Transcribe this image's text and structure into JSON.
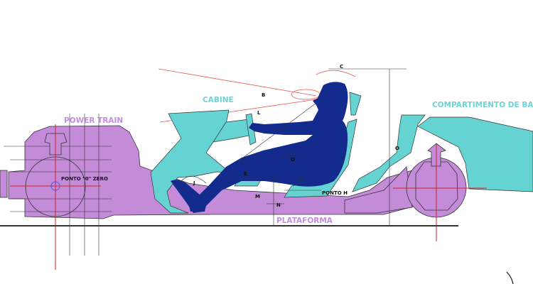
{
  "colors": {
    "powertrain": "#c38bd8",
    "cabin": "#66d3d3",
    "driver": "#142b8e",
    "guide_red": "#e0302a",
    "outline": "#333333"
  },
  "sections": {
    "power_train": "POWER TRAIN",
    "cabine": "CABINE",
    "compartimento": "COMPARTIMENTO DE BAGA",
    "plataforma": "PLATAFORMA"
  },
  "points": {
    "ponto_zero": "PONTO \"0\" ZERO",
    "ponto_h": "PONTO H"
  },
  "dimensions": [
    "B",
    "C",
    "L",
    "D",
    "E",
    "J",
    "M",
    "N",
    "O"
  ]
}
